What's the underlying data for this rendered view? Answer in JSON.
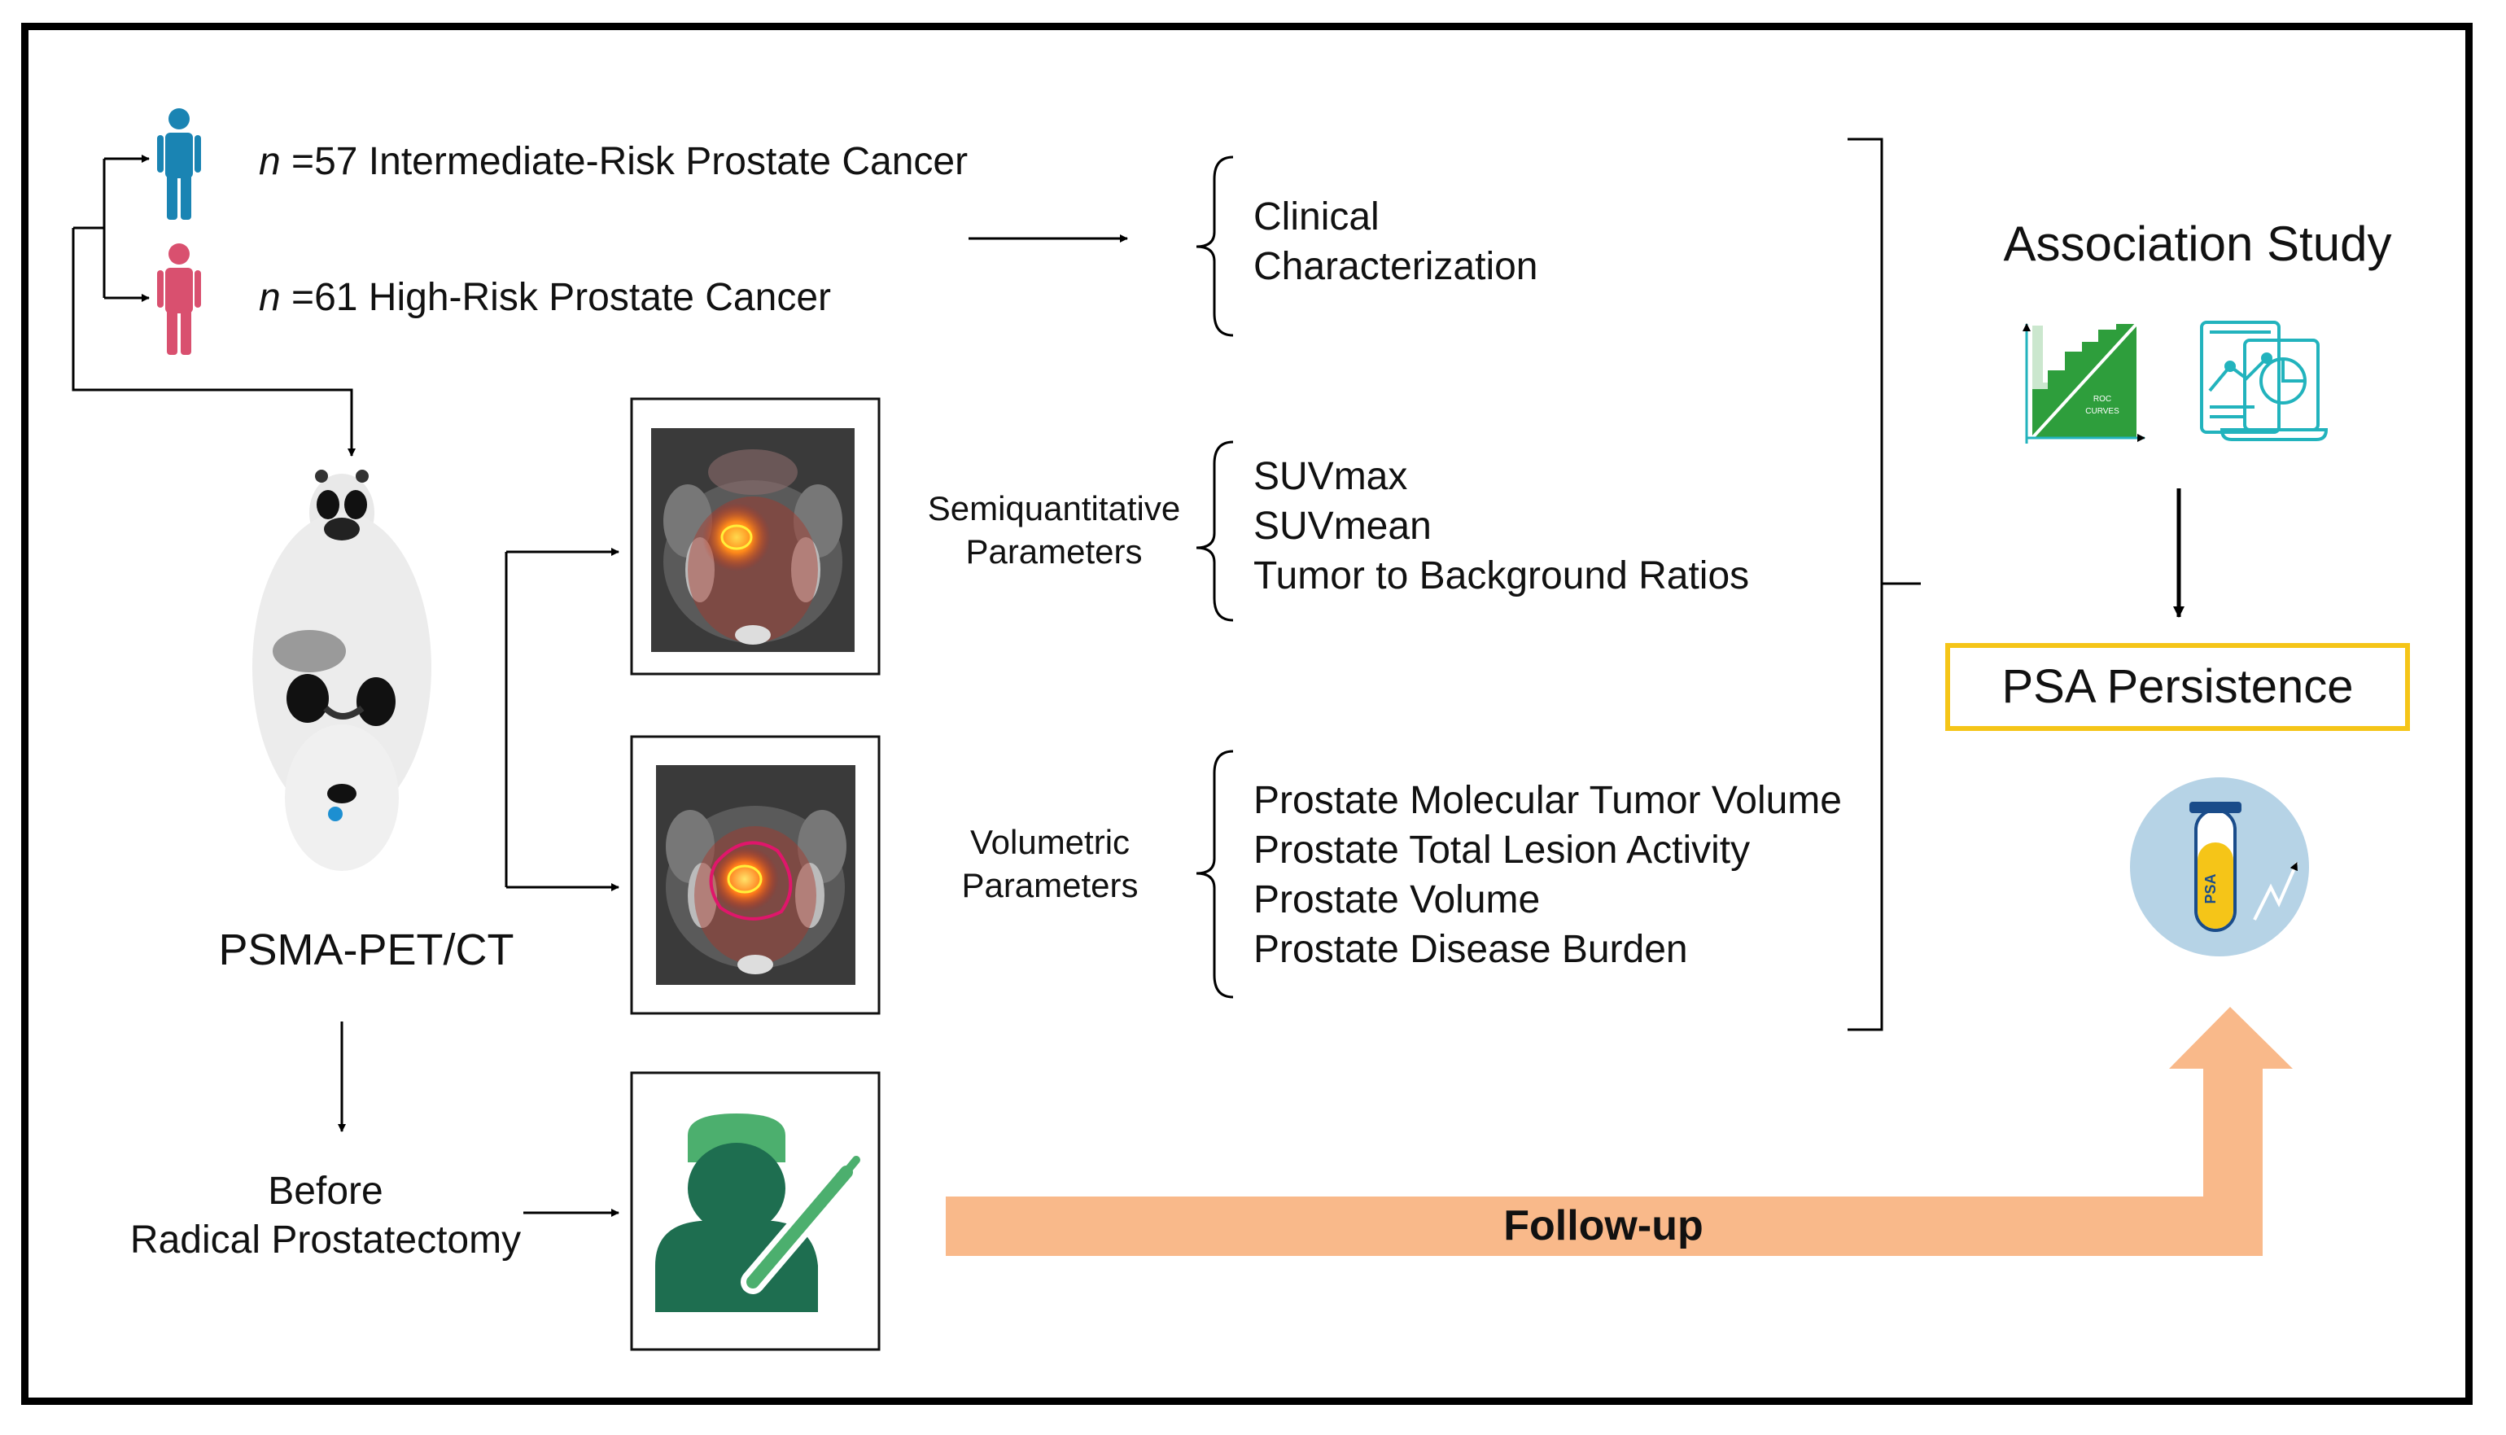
{
  "cohorts": [
    {
      "n_symbol": "n",
      "n_text": " =57 Intermediate-Risk Prostate Cancer",
      "color": "#1a84b3"
    },
    {
      "n_symbol": "n",
      "n_text": " =61 High-Risk Prostate Cancer",
      "color": "#d9506f"
    }
  ],
  "imaging": {
    "label": "PSMA-PET/CT"
  },
  "surgery": {
    "label_line1": "Before",
    "label_line2": "Radical Prostatectomy"
  },
  "groups": {
    "clinical": {
      "items": [
        "Clinical",
        "Characterization"
      ]
    },
    "semiquantitative": {
      "label_line1": "Semiquantitative",
      "label_line2": "Parameters",
      "items": [
        "SUVmax",
        "SUVmean",
        "Tumor to Background Ratios"
      ]
    },
    "volumetric": {
      "label_line1": "Volumetric",
      "label_line2": "Parameters",
      "items": [
        "Prostate Molecular Tumor Volume",
        "Prostate Total Lesion Activity",
        "Prostate Volume",
        "Prostate Disease Burden"
      ]
    }
  },
  "association": {
    "title": "Association Study",
    "roc_text_1": "ROC",
    "roc_text_2": "CURVES",
    "outcome": "PSA Persistence",
    "tube_text": "PSA"
  },
  "followup": {
    "label": "Follow-up"
  },
  "colors": {
    "roc_green": "#2e9e3c",
    "teal": "#22b3bd",
    "outcome_border": "#f5c518",
    "followup_orange": "#f9b98a",
    "surgeon_green": "#1e6e50",
    "surgeon_cap": "#4caf6e"
  }
}
